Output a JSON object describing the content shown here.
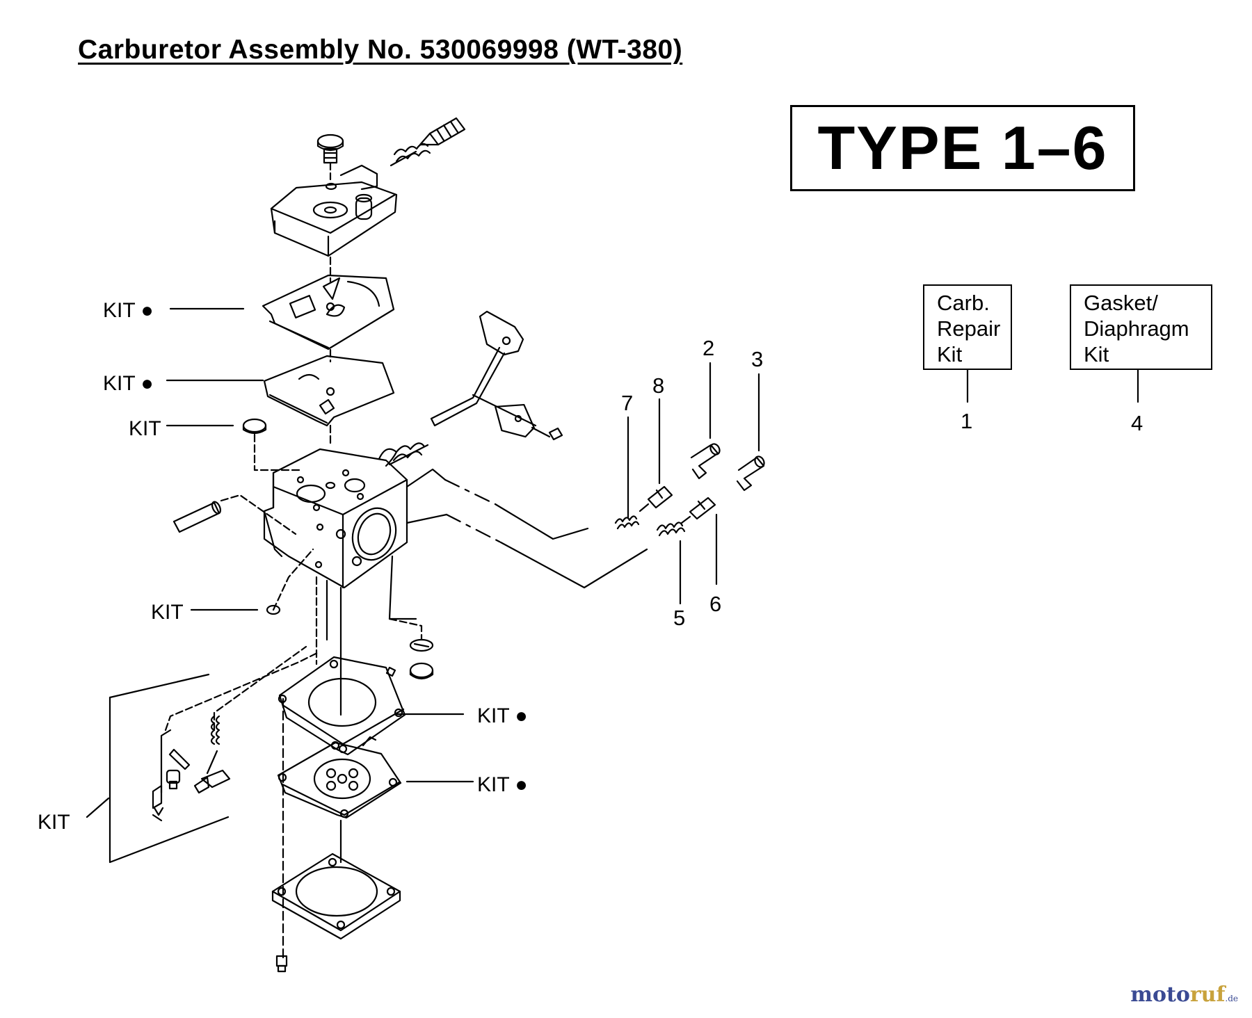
{
  "title": "Carburetor Assembly No. 530069998  (WT-380)",
  "type_label": "TYPE 1–6",
  "kits": [
    {
      "lines": [
        "Carb.",
        "Repair",
        "Kit"
      ],
      "ref": "1"
    },
    {
      "lines": [
        "Gasket/",
        "Diaphragm",
        "Kit"
      ],
      "ref": "4"
    }
  ],
  "callouts": {
    "kit": "KIT",
    "kit_dot": "KIT ●",
    "n2": "2",
    "n3": "3",
    "n5": "5",
    "n6": "6",
    "n7": "7",
    "n8": "8"
  },
  "watermark": {
    "part1": "moto",
    "part2": "ruf",
    "tld": ".de"
  }
}
